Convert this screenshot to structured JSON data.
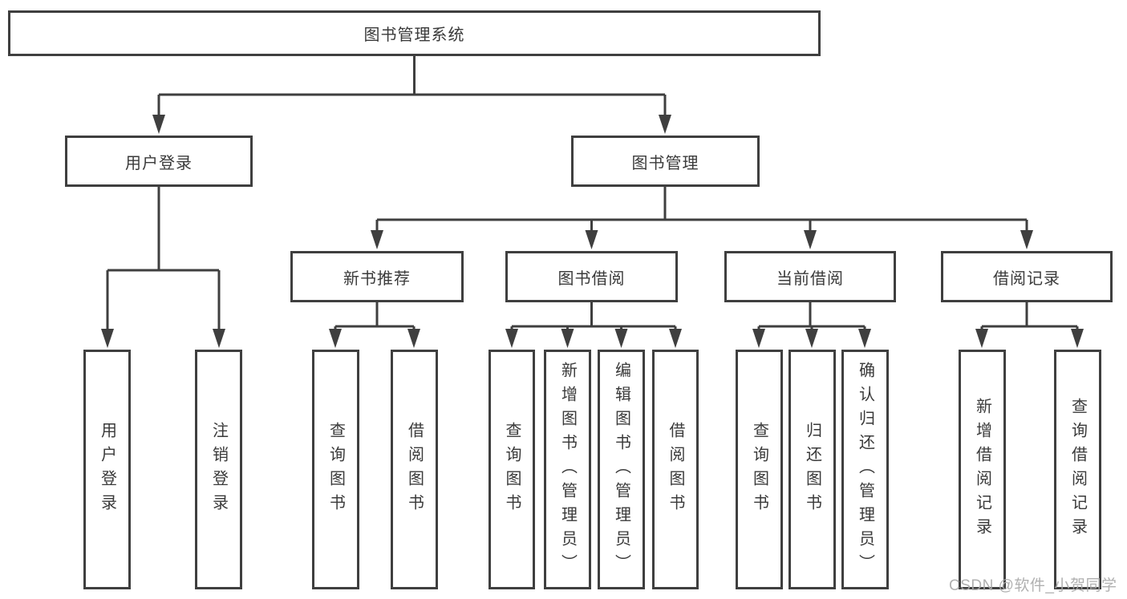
{
  "diagram": {
    "root": {
      "label": "图书管理系统"
    },
    "branches": [
      {
        "label": "用户登录",
        "children": [
          {
            "label": "用户登录"
          },
          {
            "label": "注销登录"
          }
        ]
      },
      {
        "label": "图书管理",
        "children": [
          {
            "label": "新书推荐",
            "children": [
              {
                "label": "查询图书"
              },
              {
                "label": "借阅图书"
              }
            ]
          },
          {
            "label": "图书借阅",
            "children": [
              {
                "label": "查询图书"
              },
              {
                "label": "新增图书（管理员）"
              },
              {
                "label": "编辑图书（管理员）"
              },
              {
                "label": "借阅图书"
              }
            ]
          },
          {
            "label": "当前借阅",
            "children": [
              {
                "label": "查询图书"
              },
              {
                "label": "归还图书"
              },
              {
                "label": "确认归还（管理员）"
              }
            ]
          },
          {
            "label": "借阅记录",
            "children": [
              {
                "label": "新增借阅记录"
              },
              {
                "label": "查询借阅记录"
              }
            ]
          }
        ]
      }
    ],
    "colors": {
      "line": "#3f3f3f",
      "text": "#3a3a3a",
      "box_fill": "#ffffff",
      "watermark": "#aaaaaa"
    }
  },
  "watermark": {
    "text": "CSDN @软件_小贺同学"
  }
}
